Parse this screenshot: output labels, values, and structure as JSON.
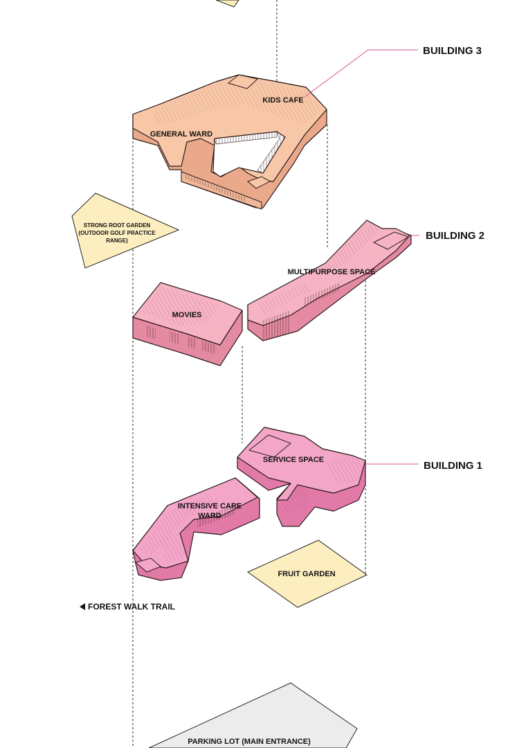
{
  "callouts": {
    "building3": "BUILDING 3",
    "building2": "BUILDING 2",
    "building1": "BUILDING 1"
  },
  "spaces": {
    "kids_cafe": "KIDS CAFE",
    "general_ward": "GENERAL WARD",
    "garden_line1": "STRONG ROOT GARDEN",
    "garden_line2": "(OUTDOOR GOLF PRACTICE",
    "garden_line3": "RANGE)",
    "multipurpose": "MULTIPURPOSE SPACE",
    "movies": "MOVIES",
    "service_space": "SERVICE SPACE",
    "icu_line1": "INTENSIVE CARE",
    "icu_line2": "WARD",
    "fruit_garden": "FRUIT GARDEN",
    "forest_trail": "FOREST WALK TRAIL",
    "parking_lot": "PARKING LOT (MAIN ENTRANCE)"
  },
  "colors": {
    "building3_fill": "#f7c7a8",
    "building3_dark": "#e9a98a",
    "building2_fill": "#f5b3c4",
    "building2_dark": "#e58aa3",
    "building1_fill": "#f4a6c8",
    "building1_dark": "#e27aa8",
    "garden_fill": "#fdeec0",
    "parking_fill": "#ececec",
    "leader_line": "#d9559a"
  },
  "icons": {
    "trail_arrow": "triangle-left-icon"
  }
}
